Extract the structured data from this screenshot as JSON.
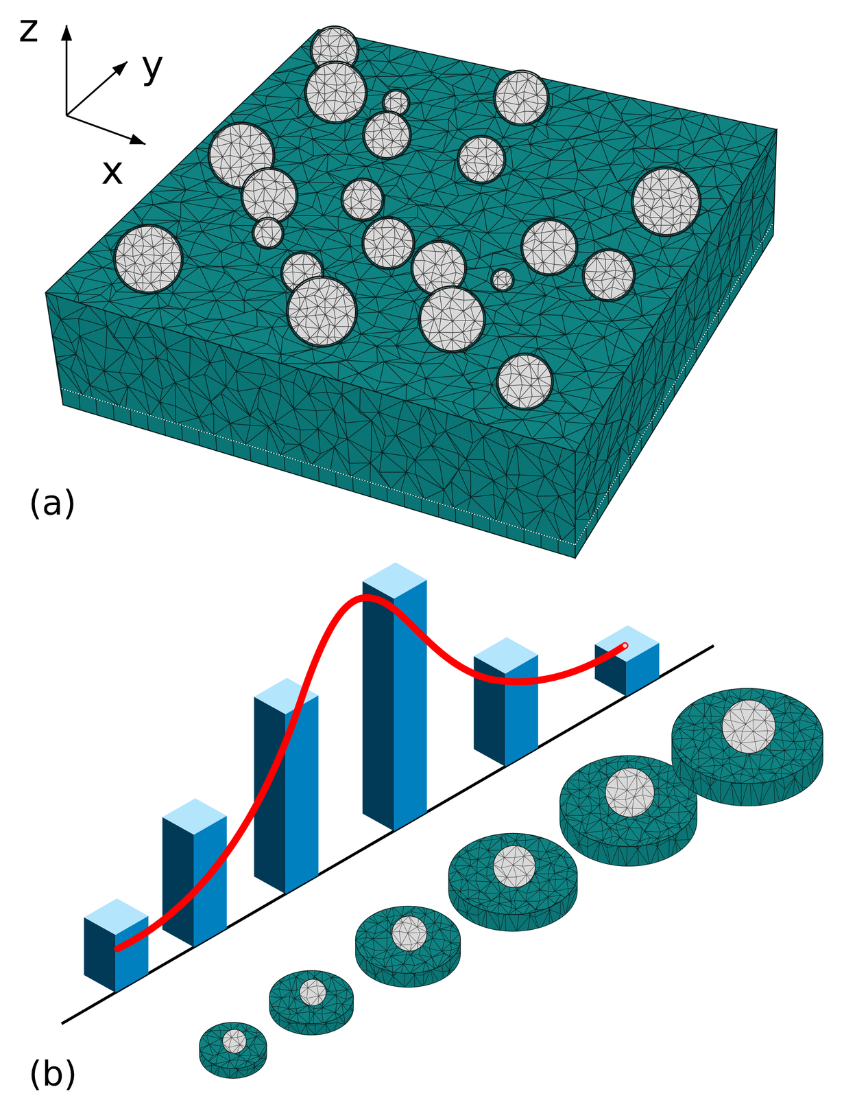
{
  "diagram": {
    "labels": [
      "z",
      "y",
      "x",
      "(a)",
      "(b)"
    ]
  }
}
